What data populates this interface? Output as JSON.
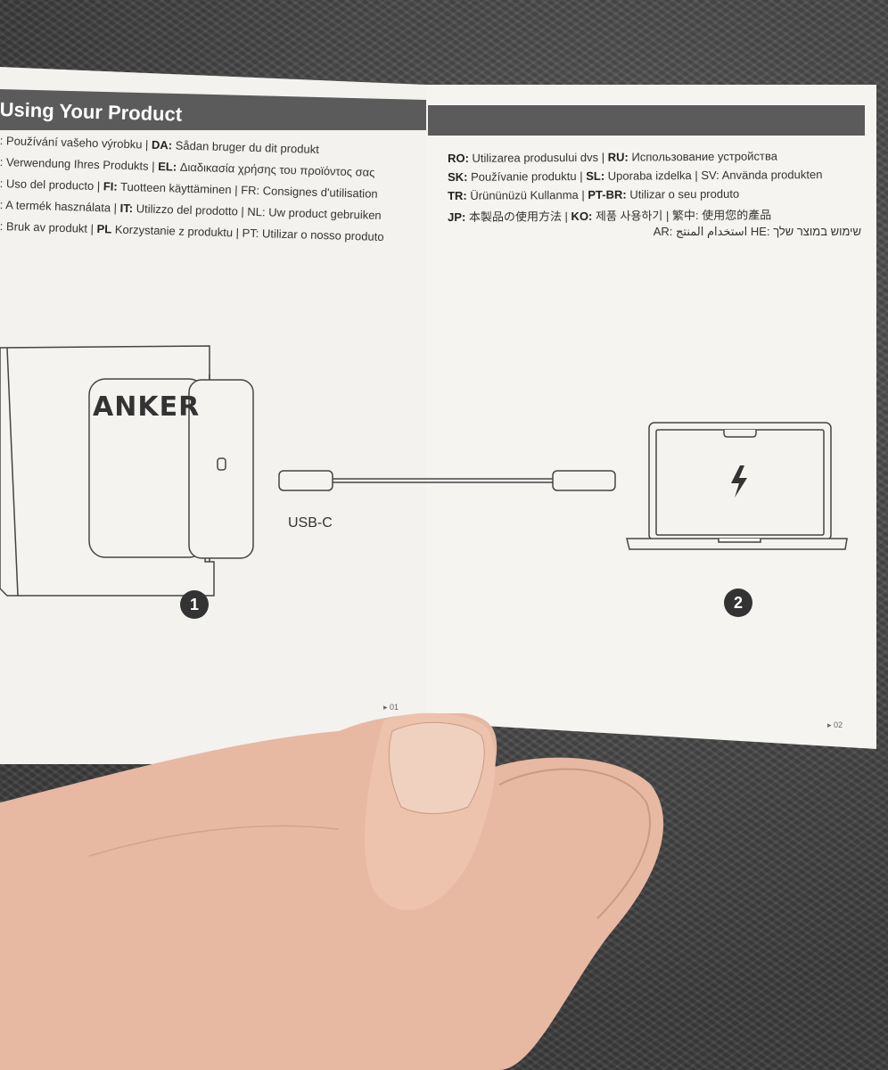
{
  "scene": {
    "description_colors": {
      "paper": "#f3f2ee",
      "header_bar": "#5b5b5b",
      "background": "#4a4a4a",
      "skin": "#e8b8a0"
    }
  },
  "left_page": {
    "title": "Using Your Product",
    "lines": [
      {
        "code": ": ",
        "text": "Používání vašeho výrobku  |  ",
        "code2": "DA:",
        "text2": " Sådan bruger du dit produkt"
      },
      {
        "code": ": ",
        "text": "Verwendung Ihres Produkts  |  ",
        "code2": "EL:",
        "text2": " Διαδικασία χρήσης του προϊόντος σας"
      },
      {
        "code": ": ",
        "text": "Uso del producto | ",
        "code2": "FI:",
        "text2": " Tuotteen käyttäminen | FR: Consignes d'utilisation"
      },
      {
        "code": ": ",
        "text": "A termék használata | ",
        "code2": "IT:",
        "text2": " Utilizzo del prodotto | NL: Uw product gebruiken"
      },
      {
        "code": ": ",
        "text": "Bruk av produkt | ",
        "code2": "PL",
        "text2": " Korzystanie z produktu | PT: Utilizar o nosso produto"
      }
    ],
    "logo": "ANKER",
    "usb_label": "USB-C",
    "step": "1",
    "page_number": "01"
  },
  "right_page": {
    "lines": [
      {
        "code": "RO:",
        "text": " Utilizarea produsului dvs | ",
        "code2": "RU:",
        "text2": " Использование устройства"
      },
      {
        "code": "SK:",
        "text": " Používanie produktu  |  ",
        "code2": "SL:",
        "text2": " Uporaba izdelka  |  SV: Använda produkten"
      },
      {
        "code": "TR:",
        "text": " Ürününüzü Kullanma  |  ",
        "code2": "PT-BR:",
        "text2": " Utilizar o seu produto"
      },
      {
        "code": "JP:",
        "text": " 本製品の使用方法  |  ",
        "code2": "KO:",
        "text2": " 제품 사용하기  |  繁中:  使用您的產品"
      }
    ],
    "ar_line": "AR: استخدام المنتج   HE: שימוש במוצר שלך",
    "step": "2",
    "page_number": "02"
  }
}
